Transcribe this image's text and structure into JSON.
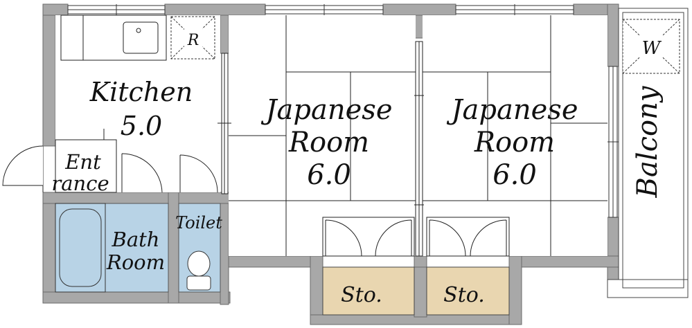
{
  "rooms": {
    "kitchen": {
      "name": "Kitchen",
      "size": "5.0"
    },
    "entrance": {
      "line1": "Ent",
      "line2": "rance"
    },
    "bath": {
      "line1": "Bath",
      "line2": "Room"
    },
    "toilet": {
      "name": "Toilet"
    },
    "japanese_room_1": {
      "line1": "Japanese",
      "line2": "Room",
      "size": "6.0"
    },
    "japanese_room_2": {
      "line1": "Japanese",
      "line2": "Room",
      "size": "6.0"
    },
    "storage_1": {
      "name": "Sto."
    },
    "storage_2": {
      "name": "Sto."
    },
    "balcony": {
      "name": "Balcony"
    }
  },
  "fixtures": {
    "refrigerator": "R",
    "washer": "W"
  },
  "colors": {
    "wall": "#a8a8a8",
    "wall_outline": "#666666",
    "bath_fill": "#b8d3e6",
    "storage_fill": "#e9d6b0"
  }
}
